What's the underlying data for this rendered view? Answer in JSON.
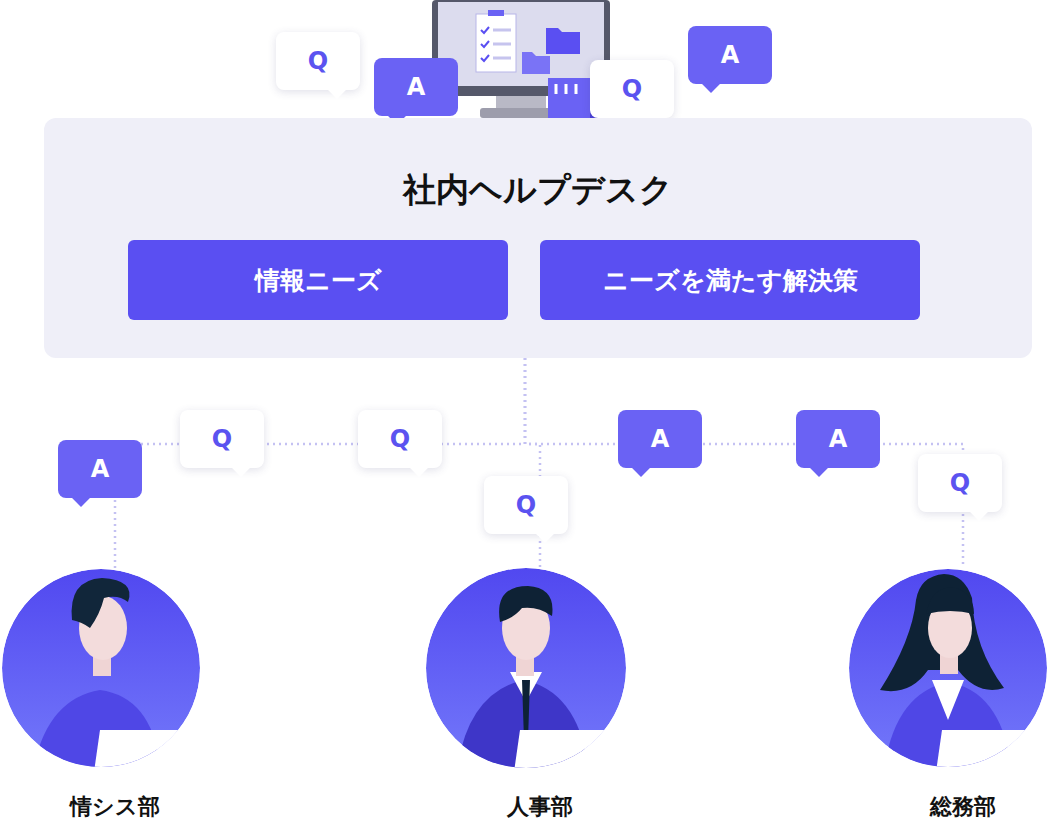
{
  "diagram": {
    "nodes": [
      {
        "text": [
          "Q"
        ]
      },
      {
        "text": [
          "A"
        ]
      },
      {
        "text": [
          "Q"
        ]
      },
      {
        "text": [
          "A"
        ]
      },
      {
        "text": [
          "社内ヘルプデスク"
        ]
      },
      {
        "text": [
          "情報ニーズ"
        ],
        "in": 4
      },
      {
        "text": [
          "ニーズを満たす解決策"
        ],
        "in": 4
      },
      {
        "text": [
          "A"
        ]
      },
      {
        "text": [
          "Q"
        ]
      },
      {
        "text": [
          "Q"
        ]
      },
      {
        "text": [
          "Q"
        ]
      },
      {
        "text": [
          "A"
        ]
      },
      {
        "text": [
          "A"
        ]
      },
      {
        "text": [
          "Q"
        ]
      },
      {
        "text": [
          "情シス部"
        ]
      },
      {
        "text": [
          "人事部"
        ]
      },
      {
        "text": [
          "総務部"
        ]
      }
    ],
    "edges": [
      {
        "from": 4,
        "to": 14,
        "arrow": "none"
      },
      {
        "from": 4,
        "to": 15,
        "arrow": "none"
      },
      {
        "from": 4,
        "to": 16,
        "arrow": "none"
      }
    ]
  }
}
